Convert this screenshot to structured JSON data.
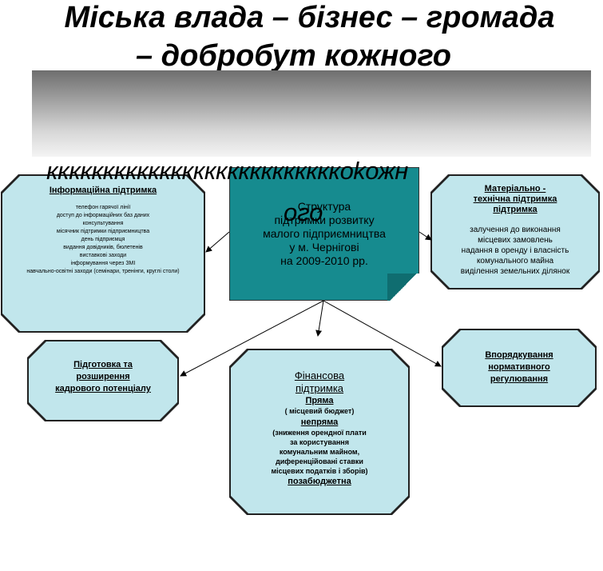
{
  "title": {
    "line1": "Міська влада – бізнес – громада",
    "line2": "– добробут кожного"
  },
  "overflow_text": {
    "line1": "ккккккккккккккккккккккккккоkожн",
    "line2": "ого"
  },
  "center": {
    "lines": [
      "Структура",
      "підтримки розвитку",
      "малого підприємництва",
      "у м. Чернігові",
      "на 2009-2010 рр."
    ]
  },
  "info": {
    "title": "Інформаційна підтримка",
    "items": [
      "телефон гарячої лінії",
      "доступ до інформаційних баз даних",
      "консультування",
      "місячник підтримки підприємництва",
      "день підприємця",
      "видання довідників, бюлетенів",
      "виставкові заходи",
      "інформування через ЗМІ",
      "навчально-освітні заходи (семінари, тренінги, круглі столи)"
    ]
  },
  "material": {
    "title_lines": [
      "Матеріально -",
      "технічна підтримка",
      "підтримка"
    ],
    "items": [
      "залучення до виконання",
      "місцевих замовлень",
      "надання в оренду і власність",
      "комунального майна",
      "виділення земельних ділянок"
    ]
  },
  "training": {
    "lines": [
      "Підготовка та",
      "розширення",
      "кадрового потенціалу"
    ]
  },
  "regulation": {
    "lines": [
      "Впорядкування",
      "нормативного",
      "регулювання"
    ]
  },
  "finance": {
    "title_lines": [
      "Фінансова",
      "підтримка"
    ],
    "direct": "Пряма",
    "direct_note": "( місцевий бюджет)",
    "indirect": "непряма",
    "indirect_notes": [
      "(зниження орендної плати",
      "за користування",
      "комунальним майном,",
      "диференційовані ставки",
      "місцевих податків і зборів)"
    ],
    "extra": "позабюджетна"
  }
}
